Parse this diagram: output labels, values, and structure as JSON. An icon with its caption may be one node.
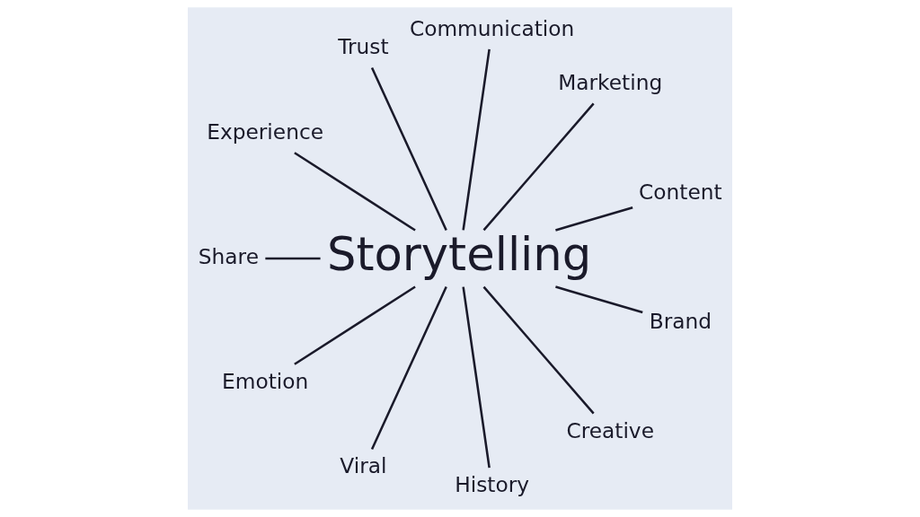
{
  "diagram": {
    "nodes": [
      {
        "text": [
          "Storytelling"
        ]
      },
      {
        "text": [
          "Communication"
        ]
      },
      {
        "text": [
          "Marketing"
        ]
      },
      {
        "text": [
          "Content"
        ]
      },
      {
        "text": [
          "Brand"
        ]
      },
      {
        "text": [
          "Creative"
        ]
      },
      {
        "text": [
          "History"
        ]
      },
      {
        "text": [
          "Viral"
        ]
      },
      {
        "text": [
          "Emotion"
        ]
      },
      {
        "text": [
          "Share"
        ]
      },
      {
        "text": [
          "Experience"
        ]
      },
      {
        "text": [
          "Trust"
        ]
      }
    ],
    "edges": [
      {
        "from": 0,
        "to": 1,
        "arrow": "none"
      },
      {
        "from": 0,
        "to": 2,
        "arrow": "none"
      },
      {
        "from": 0,
        "to": 3,
        "arrow": "none"
      },
      {
        "from": 0,
        "to": 4,
        "arrow": "none"
      },
      {
        "from": 0,
        "to": 5,
        "arrow": "none"
      },
      {
        "from": 0,
        "to": 6,
        "arrow": "none"
      },
      {
        "from": 0,
        "to": 7,
        "arrow": "none"
      },
      {
        "from": 0,
        "to": 8,
        "arrow": "none"
      },
      {
        "from": 0,
        "to": 9,
        "arrow": "none"
      },
      {
        "from": 0,
        "to": 10,
        "arrow": "none"
      },
      {
        "from": 0,
        "to": 11,
        "arrow": "none"
      }
    ]
  }
}
